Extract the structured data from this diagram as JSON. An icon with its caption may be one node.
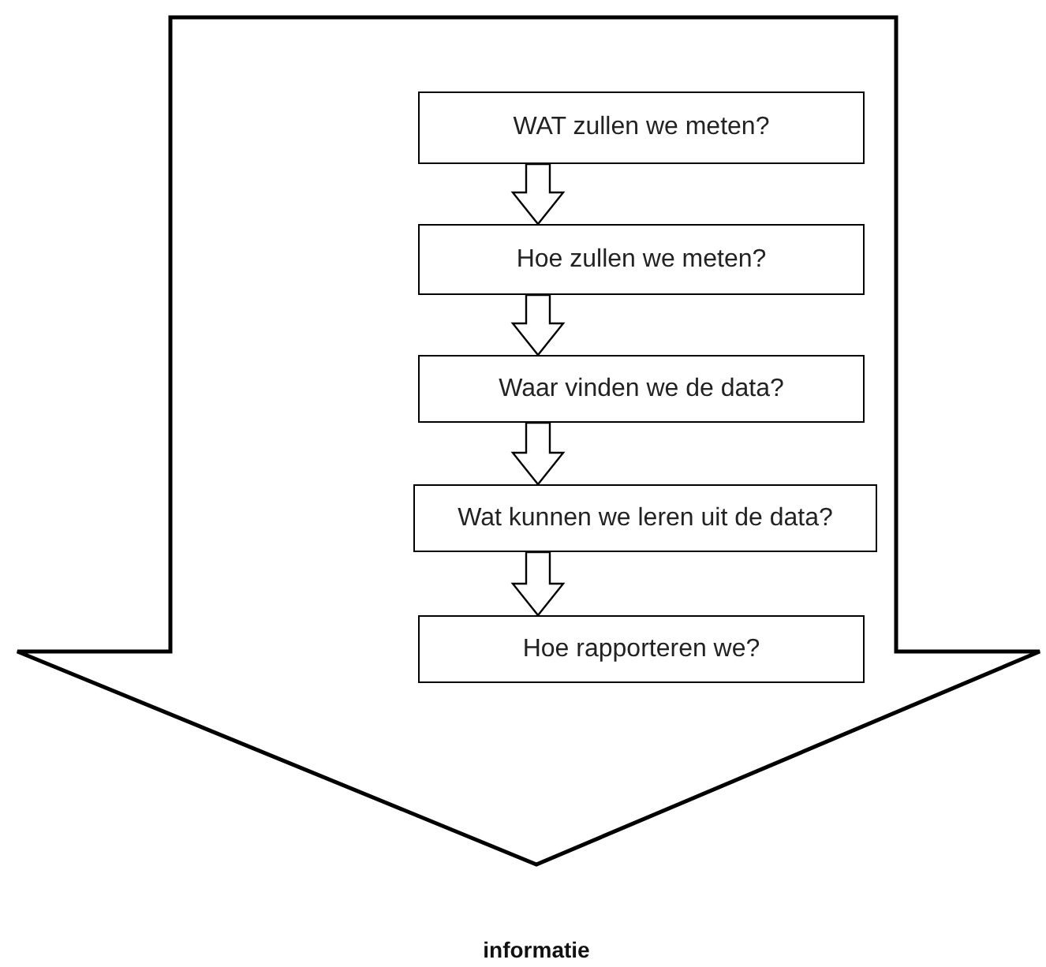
{
  "diagram": {
    "nodes": [
      {
        "text": [],
        "shape": "arrow"
      },
      {
        "text": [
          "WAT zullen we meten?"
        ],
        "in": 0
      },
      {
        "text": [
          "Hoe zullen we meten?"
        ],
        "in": 0
      },
      {
        "text": [
          "Waar vinden we de data?"
        ],
        "in": 0
      },
      {
        "text": [
          "Wat kunnen we leren uit de data?"
        ],
        "in": 0
      },
      {
        "text": [
          "Hoe rapporteren we?"
        ],
        "in": 0
      }
    ],
    "edges": [
      {
        "from": 1,
        "to": 2,
        "arrow": "to"
      },
      {
        "from": 2,
        "to": 3,
        "arrow": "to"
      },
      {
        "from": 3,
        "to": 4,
        "arrow": "to"
      },
      {
        "from": 4,
        "to": 5,
        "arrow": "to"
      }
    ],
    "labels": [
      "informatie"
    ]
  }
}
